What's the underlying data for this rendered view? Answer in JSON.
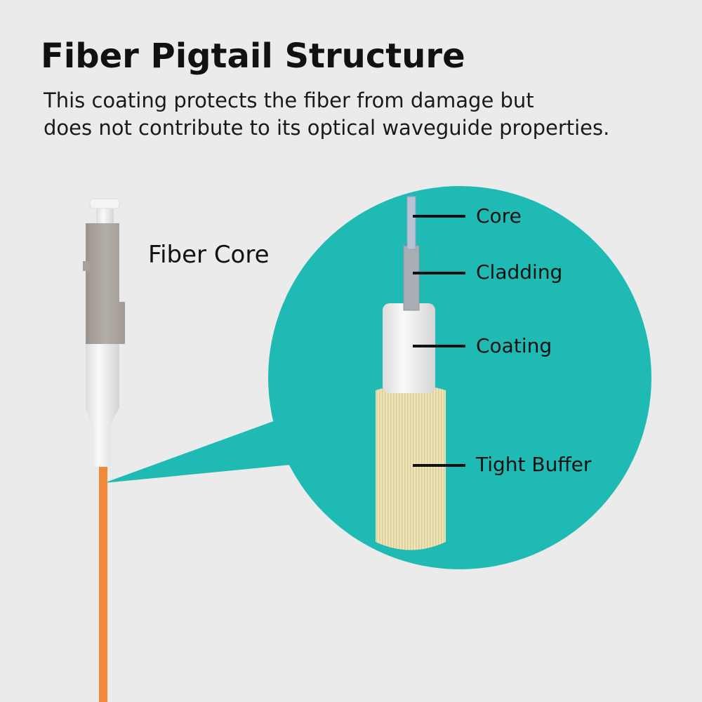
{
  "title": "Fiber Pigtail Structure",
  "subtitle_lines": [
    "This coating protects the fiber from damage but",
    "does not contribute to its optical waveguide properties."
  ],
  "callout_label": "Fiber Core",
  "layers": [
    "Core",
    "Cladding",
    "Coating",
    "Tight Buffer"
  ],
  "colors": {
    "background": "#ebebeb",
    "circle": "#1fbab3",
    "fiber": "#f08a3a",
    "buffer": "#efe3b8",
    "connector": "#aaa59f"
  }
}
